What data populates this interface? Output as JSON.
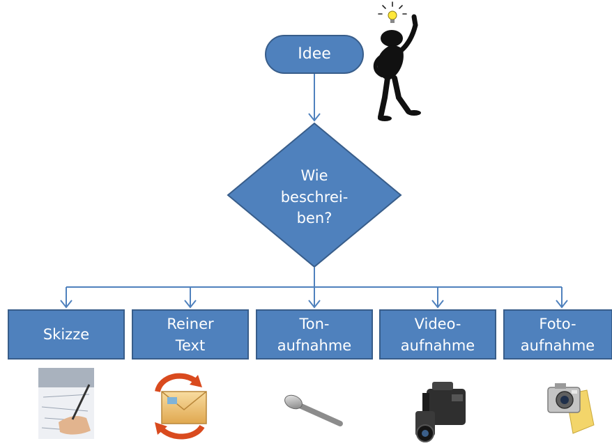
{
  "start": {
    "label": "Idee"
  },
  "decision": {
    "label": "Wie\nbeschrei-\nben?"
  },
  "options": [
    {
      "label": "Skizze",
      "icon": "sketch-drawing-icon"
    },
    {
      "label": "Reiner\nText",
      "icon": "email-envelope-icon"
    },
    {
      "label": "Ton-\naufnahme",
      "icon": "microphone-icon"
    },
    {
      "label": "Video-\naufnahme",
      "icon": "video-camera-icon"
    },
    {
      "label": "Foto-\naufnahme",
      "icon": "photo-camera-icon"
    }
  ],
  "colors": {
    "fill": "#4f81bd",
    "stroke": "#385d8a",
    "text": "#ffffff"
  }
}
